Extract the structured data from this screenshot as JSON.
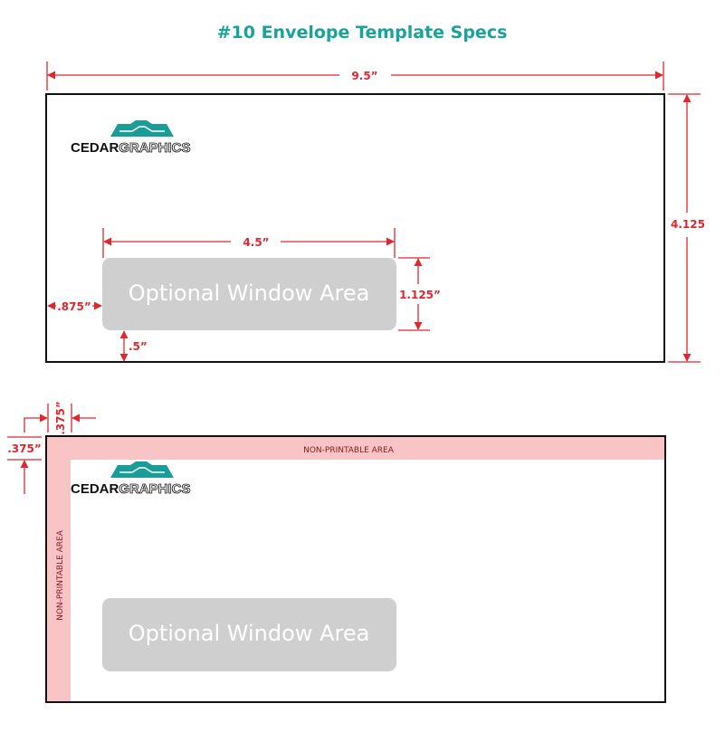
{
  "title": "#10 Envelope Template Specs",
  "colors": {
    "title": "#1aa39b",
    "dimension": "#e0262e",
    "non_printable": "#f8c4c6",
    "window": "#cfcfd0"
  },
  "envelope_front": {
    "width_label": "9.5”",
    "height_label": "4.125",
    "window_width_label": "4.5”",
    "window_height_label": "1.125”",
    "window_left_offset_label": ".875”",
    "window_bottom_offset_label": ".5”",
    "window_label": "Optional Window Area",
    "logo": {
      "part1": "CEDAR",
      "part2": "GRAPHICS"
    }
  },
  "envelope_back": {
    "top_margin_label": ".375”",
    "left_margin_label": ".375”",
    "non_printable_top": "NON-PRINTABLE AREA",
    "non_printable_left": "NON-PRINTABLE AREA",
    "window_label": "Optional Window Area",
    "logo": {
      "part1": "CEDAR",
      "part2": "GRAPHICS"
    }
  }
}
